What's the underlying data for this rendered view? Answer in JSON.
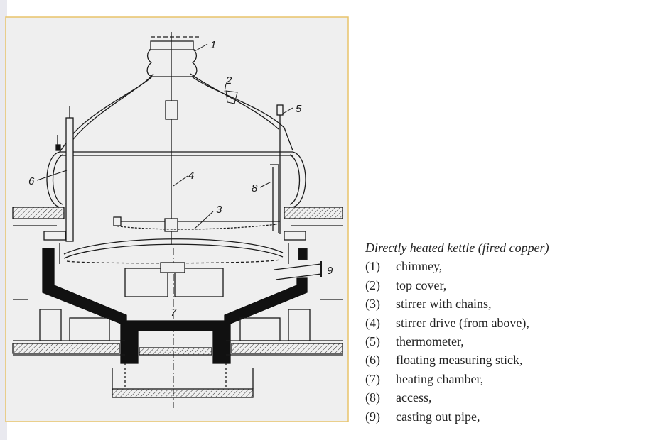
{
  "diagram": {
    "colors": {
      "panel": "#efefef",
      "panel_border": "#e8c46a",
      "ink": "#1a1a1a",
      "solid_fill": "#111111"
    },
    "callouts": [
      {
        "id": "c1",
        "text": "1"
      },
      {
        "id": "c2",
        "text": "2"
      },
      {
        "id": "c3",
        "text": "3"
      },
      {
        "id": "c4",
        "text": "4"
      },
      {
        "id": "c5",
        "text": "5"
      },
      {
        "id": "c6",
        "text": "6"
      },
      {
        "id": "c7",
        "text": "7"
      },
      {
        "id": "c8",
        "text": "8"
      },
      {
        "id": "c9",
        "text": "9"
      }
    ]
  },
  "caption": {
    "title": "Directly heated kettle (fired copper)",
    "items": [
      {
        "number": "(1)",
        "label": "chimney,"
      },
      {
        "number": "(2)",
        "label": "top cover,"
      },
      {
        "number": "(3)",
        "label": "stirrer with chains,"
      },
      {
        "number": "(4)",
        "label": "stirrer drive (from above),"
      },
      {
        "number": "(5)",
        "label": "thermometer,"
      },
      {
        "number": "(6)",
        "label": "floating measuring stick,"
      },
      {
        "number": "(7)",
        "label": "heating chamber,"
      },
      {
        "number": "(8)",
        "label": "access,"
      },
      {
        "number": "(9)",
        "label": "casting out pipe,"
      }
    ]
  }
}
